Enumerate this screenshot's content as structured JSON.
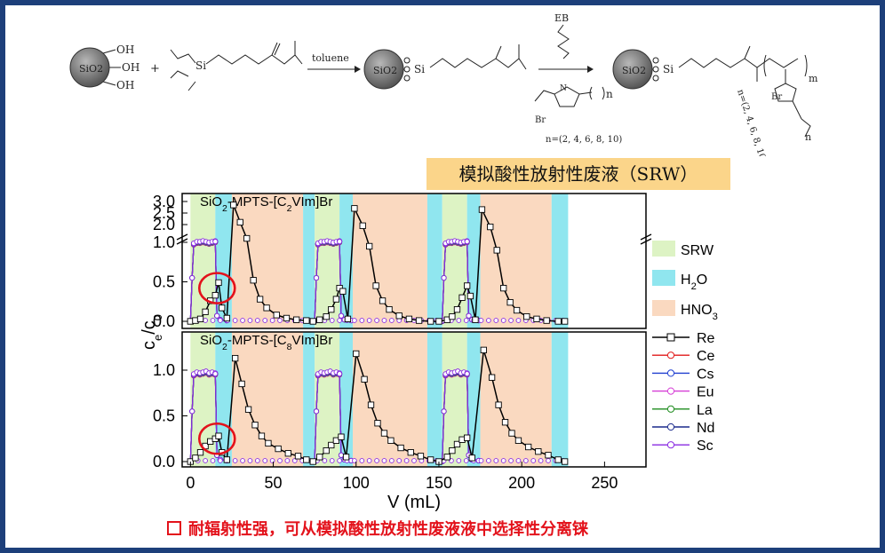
{
  "scheme": {
    "sio2": "SiO2",
    "oh": "OH",
    "plus": "+",
    "si": "Si",
    "solvent": "toluene",
    "initiator": "EB",
    "bromide": "Br",
    "n_label": "n",
    "m_label": "m",
    "n_values": "n=(2, 4, 6, 8, 10)"
  },
  "banner": "模拟酸性放射性废液（SRW）",
  "conclusion": "耐辐射性强，可从模拟酸性放射性废液液中选择性分离铼",
  "colors": {
    "srw": "#ddf3c4",
    "h2o": "#90e6ef",
    "hno3": "#fad9c0",
    "banner": "#fbd58a",
    "conclusion": "#e3121b"
  },
  "chart_data": {
    "type": "line",
    "xlabel": "V (mL)",
    "ylabel": "ce/c0",
    "xlim": [
      -5,
      275
    ],
    "xticks": [
      0,
      50,
      100,
      150,
      200,
      250
    ],
    "zones": [
      {
        "type": "SRW",
        "from": 0,
        "to": 15
      },
      {
        "type": "H2O",
        "from": 15,
        "to": 25
      },
      {
        "type": "HNO3",
        "from": 25,
        "to": 68
      },
      {
        "type": "H2O",
        "from": 68,
        "to": 75
      },
      {
        "type": "SRW",
        "from": 75,
        "to": 90
      },
      {
        "type": "H2O",
        "from": 90,
        "to": 98
      },
      {
        "type": "HNO3",
        "from": 98,
        "to": 143
      },
      {
        "type": "H2O",
        "from": 143,
        "to": 152
      },
      {
        "type": "SRW",
        "from": 152,
        "to": 167
      },
      {
        "type": "H2O",
        "from": 167,
        "to": 175
      },
      {
        "type": "HNO3",
        "from": 175,
        "to": 218
      },
      {
        "type": "H2O",
        "from": 218,
        "to": 228
      }
    ],
    "legend_zones": [
      {
        "key": "SRW",
        "label": "SRW"
      },
      {
        "key": "H2O",
        "label": "H2O"
      },
      {
        "key": "HNO3",
        "label": "HNO3"
      }
    ],
    "legend_series": [
      "Re",
      "Ce",
      "Cs",
      "Eu",
      "La",
      "Nd",
      "Sc"
    ],
    "series_colors": {
      "Re": "#000000",
      "Ce": "#e11a1a",
      "Cs": "#1f3fd0",
      "Eu": "#d63ed6",
      "La": "#1f8c1f",
      "Nd": "#1a2a8c",
      "Sc": "#8a2be2"
    },
    "panels": [
      {
        "title": "SiO2-MPTS-[C2VIm]Br",
        "yticks_lower": [
          0.0,
          0.5,
          1.0
        ],
        "yticks_upper": [
          2.0,
          2.5,
          3.0
        ],
        "others": [
          [
            0,
            0
          ],
          [
            1,
            0.55
          ],
          [
            2,
            0.98
          ],
          [
            15,
            1.0
          ],
          [
            16,
            0.08
          ],
          [
            18,
            0.03
          ],
          [
            22,
            0.02
          ],
          [
            25,
            0.0
          ],
          [
            226,
            0.0
          ]
        ],
        "others_repeats": [
          0,
          75,
          152
        ],
        "others_plateau": [
          0.98,
          1.0,
          1.0,
          1.01,
          1.0,
          0.99,
          1.0,
          1.01
        ],
        "re": [
          [
            0,
            0
          ],
          [
            3,
            0.01
          ],
          [
            6,
            0.03
          ],
          [
            9,
            0.12
          ],
          [
            12,
            0.26
          ],
          [
            15,
            0.33
          ],
          [
            17,
            0.49
          ],
          [
            19,
            0.17
          ],
          [
            22,
            0.04
          ],
          [
            26,
            2.85
          ],
          [
            30,
            2.1
          ],
          [
            34,
            1.05
          ],
          [
            38,
            0.52
          ],
          [
            42,
            0.28
          ],
          [
            46,
            0.17
          ],
          [
            52,
            0.08
          ],
          [
            58,
            0.04
          ],
          [
            64,
            0.02
          ],
          [
            70,
            0.01
          ],
          [
            74,
            0.0
          ],
          [
            78,
            0.02
          ],
          [
            82,
            0.06
          ],
          [
            85,
            0.15
          ],
          [
            88,
            0.28
          ],
          [
            90,
            0.42
          ],
          [
            92,
            0.38
          ],
          [
            95,
            0.03
          ],
          [
            99,
            2.7
          ],
          [
            104,
            1.95
          ],
          [
            108,
            0.95
          ],
          [
            112,
            0.45
          ],
          [
            116,
            0.26
          ],
          [
            120,
            0.15
          ],
          [
            126,
            0.07
          ],
          [
            132,
            0.03
          ],
          [
            138,
            0.01
          ],
          [
            145,
            0.0
          ],
          [
            150,
            0.0
          ],
          [
            155,
            0.02
          ],
          [
            158,
            0.06
          ],
          [
            161,
            0.15
          ],
          [
            164,
            0.3
          ],
          [
            167,
            0.45
          ],
          [
            169,
            0.32
          ],
          [
            172,
            0.02
          ],
          [
            176,
            2.65
          ],
          [
            181,
            1.9
          ],
          [
            185,
            0.9
          ],
          [
            189,
            0.42
          ],
          [
            193,
            0.24
          ],
          [
            197,
            0.14
          ],
          [
            203,
            0.06
          ],
          [
            209,
            0.03
          ],
          [
            215,
            0.01
          ],
          [
            222,
            0.0
          ],
          [
            226,
            0.0
          ]
        ]
      },
      {
        "title": "SiO2-MPTS-[C8VIm]Br",
        "yticks_lower": [
          0.0,
          0.5,
          1.0
        ],
        "yticks_upper": [],
        "others": [
          [
            0,
            0
          ],
          [
            1,
            0.55
          ],
          [
            2,
            0.96
          ],
          [
            15,
            0.96
          ],
          [
            16,
            0.06
          ],
          [
            18,
            0.02
          ],
          [
            22,
            0.01
          ],
          [
            25,
            0.0
          ],
          [
            226,
            0.0
          ]
        ],
        "others_repeats": [
          0,
          75,
          152
        ],
        "others_plateau": [
          0.95,
          0.97,
          0.96,
          0.97,
          0.98,
          0.96,
          0.97,
          0.96
        ],
        "re": [
          [
            0,
            0
          ],
          [
            3,
            0.04
          ],
          [
            6,
            0.1
          ],
          [
            9,
            0.17
          ],
          [
            12,
            0.22
          ],
          [
            15,
            0.25
          ],
          [
            17,
            0.28
          ],
          [
            19,
            0.1
          ],
          [
            22,
            0.02
          ],
          [
            27,
            1.13
          ],
          [
            31,
            0.85
          ],
          [
            35,
            0.57
          ],
          [
            39,
            0.4
          ],
          [
            43,
            0.28
          ],
          [
            47,
            0.2
          ],
          [
            53,
            0.14
          ],
          [
            59,
            0.09
          ],
          [
            65,
            0.06
          ],
          [
            70,
            0.02
          ],
          [
            74,
            0.0
          ],
          [
            78,
            0.05
          ],
          [
            82,
            0.12
          ],
          [
            85,
            0.18
          ],
          [
            88,
            0.23
          ],
          [
            91,
            0.27
          ],
          [
            94,
            0.05
          ],
          [
            100,
            1.18
          ],
          [
            105,
            0.9
          ],
          [
            109,
            0.62
          ],
          [
            113,
            0.42
          ],
          [
            117,
            0.31
          ],
          [
            121,
            0.23
          ],
          [
            127,
            0.15
          ],
          [
            133,
            0.1
          ],
          [
            139,
            0.06
          ],
          [
            145,
            0.02
          ],
          [
            150,
            0.0
          ],
          [
            155,
            0.05
          ],
          [
            158,
            0.12
          ],
          [
            161,
            0.19
          ],
          [
            164,
            0.24
          ],
          [
            167,
            0.26
          ],
          [
            170,
            0.04
          ],
          [
            177,
            1.22
          ],
          [
            182,
            0.92
          ],
          [
            186,
            0.62
          ],
          [
            190,
            0.43
          ],
          [
            194,
            0.31
          ],
          [
            198,
            0.23
          ],
          [
            204,
            0.16
          ],
          [
            210,
            0.11
          ],
          [
            216,
            0.07
          ],
          [
            222,
            0.02
          ],
          [
            226,
            0.0
          ]
        ]
      }
    ]
  }
}
